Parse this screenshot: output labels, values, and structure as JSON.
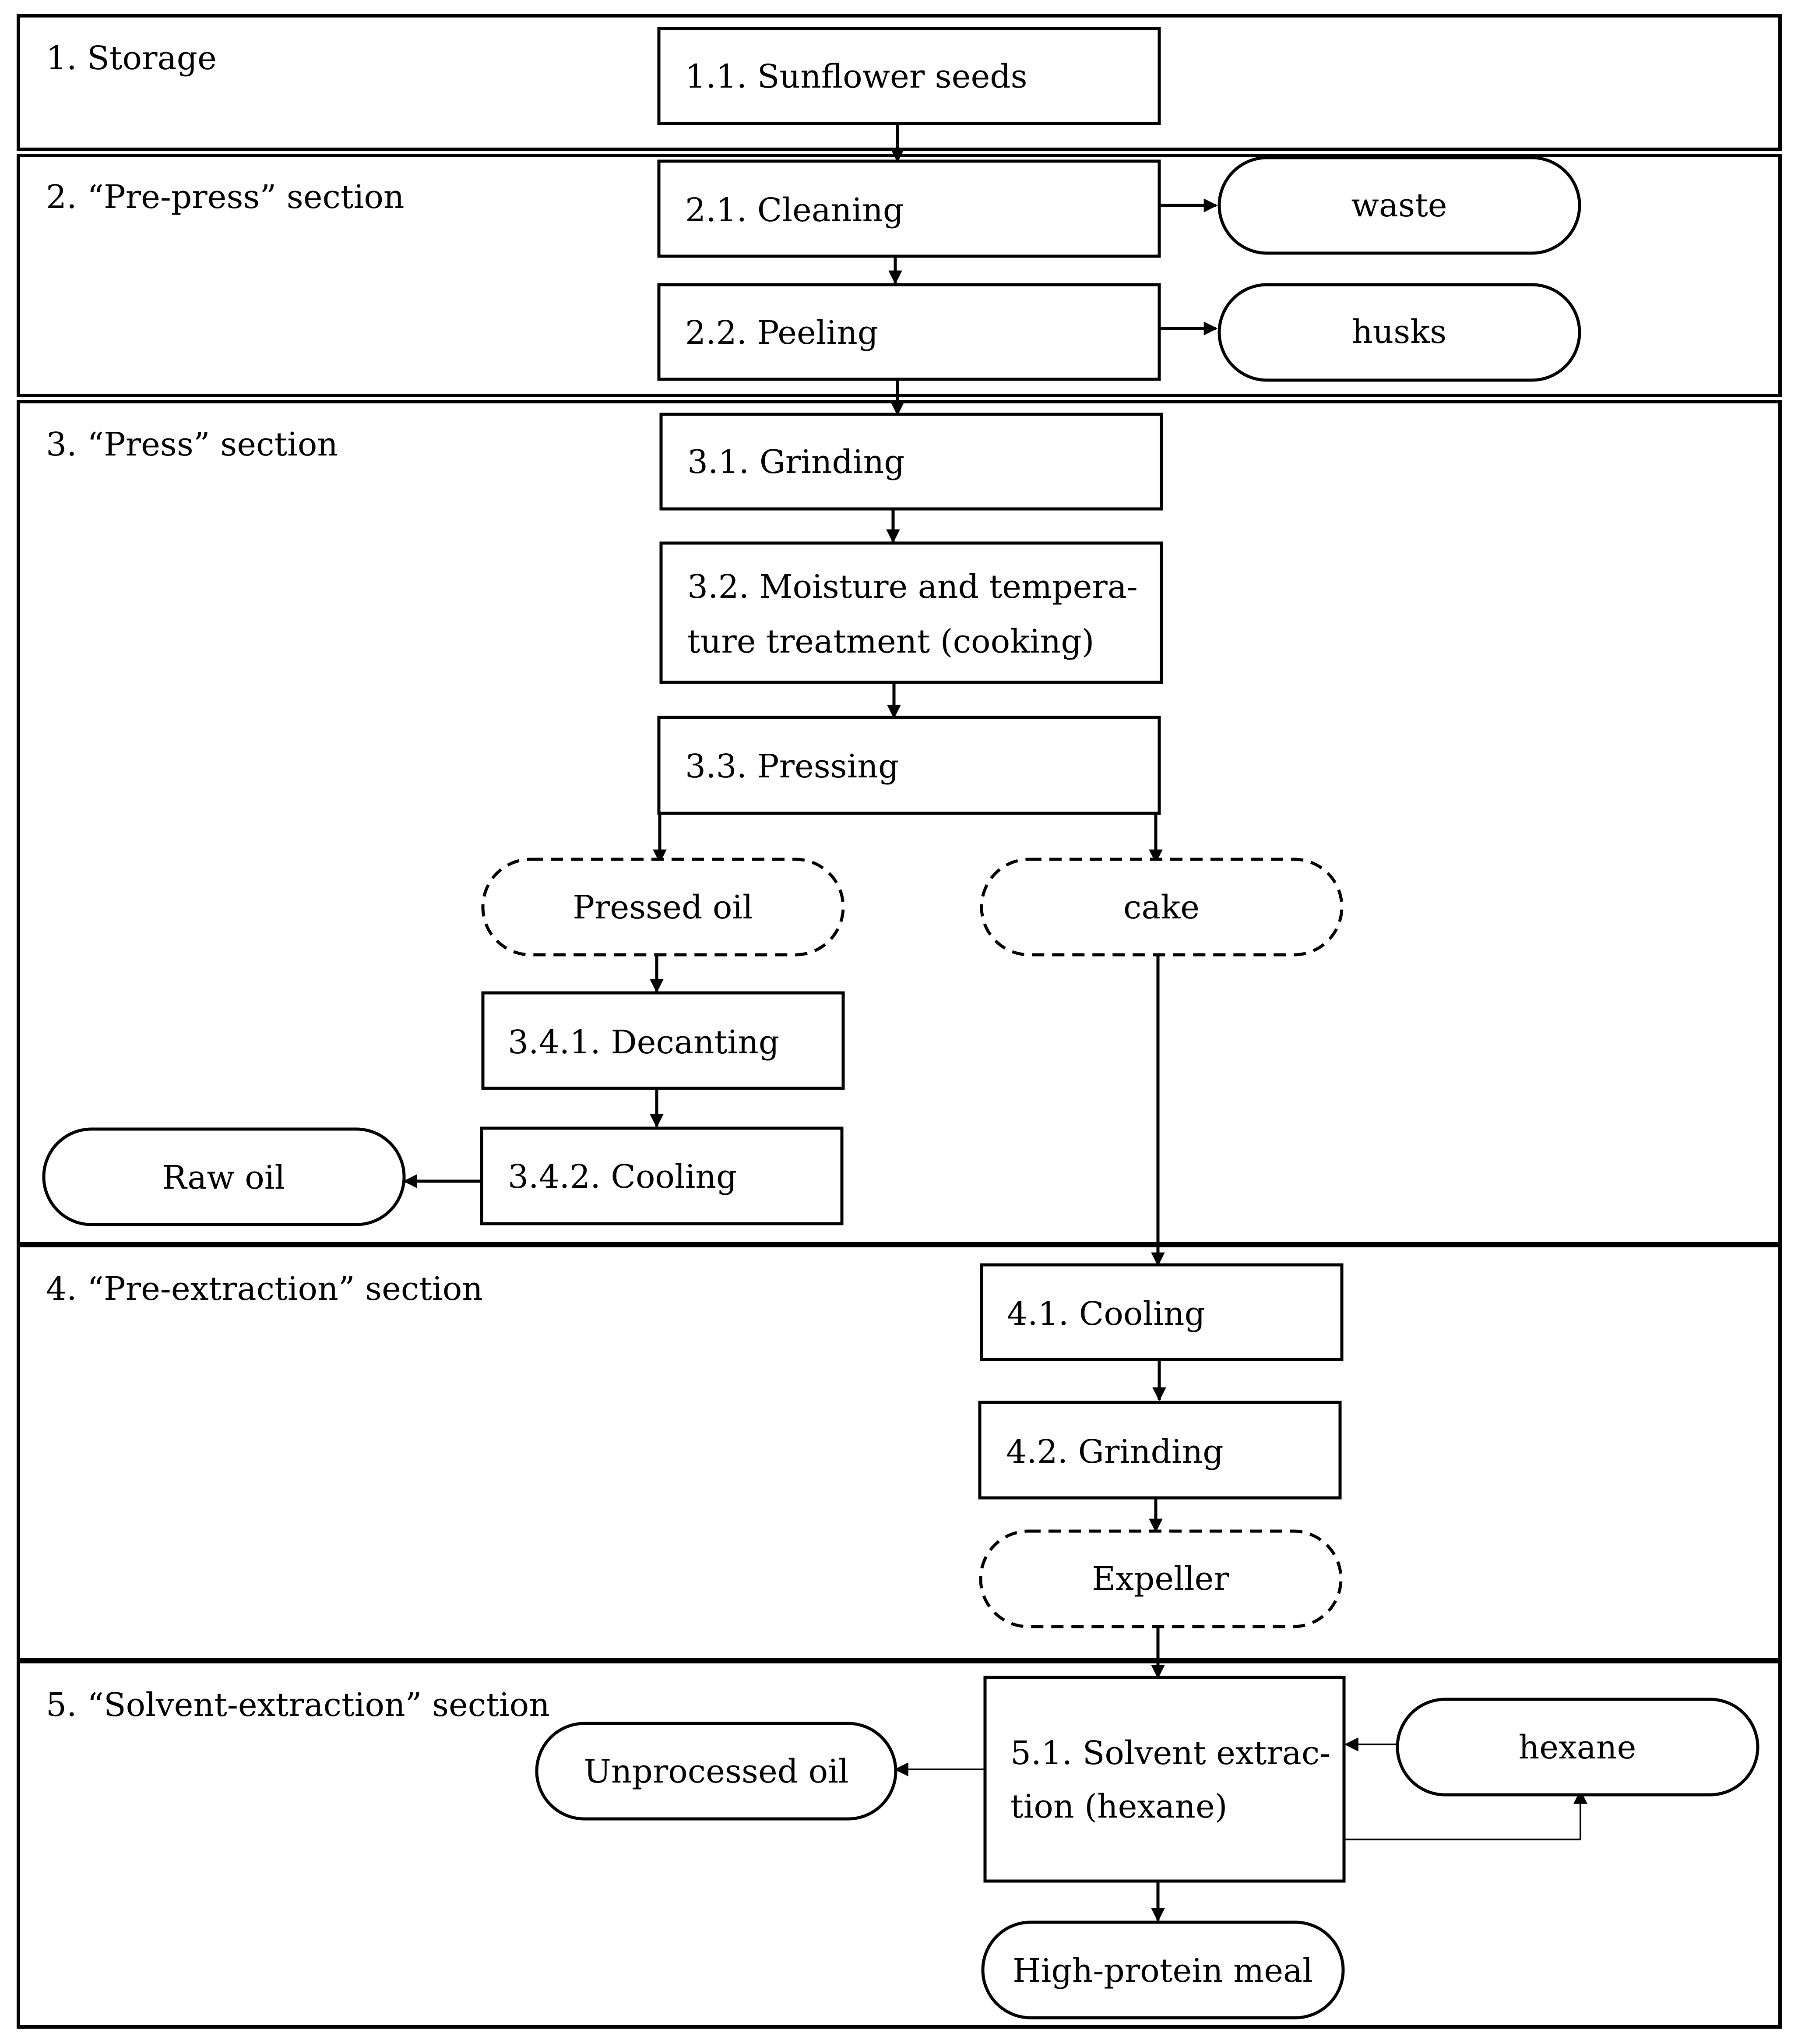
{
  "sections": {
    "s1": "1. Storage",
    "s2": "2. “Pre-press” section",
    "s3": "3. “Press” section",
    "s4": "4. “Pre-extraction” section",
    "s5": "5. “Solvent-extraction” section"
  },
  "steps": {
    "sunflower_seeds": "1.1. Sunflower seeds",
    "cleaning": "2.1. Cleaning",
    "peeling": "2.2. Peeling",
    "grinding": "3.1. Grinding",
    "moisture_line1": "3.2. Moisture and tempera-",
    "moisture_line2": "ture treatment (cooking)",
    "pressing": "3.3. Pressing",
    "decanting": "3.4.1. Decanting",
    "cooling_oil": "3.4.2. Cooling",
    "cooling_cake": "4.1. Cooling",
    "grinding_cake": "4.2. Grinding",
    "solvent_line1": "5.1. Solvent extrac-",
    "solvent_line2": "tion (hexane)"
  },
  "outputs": {
    "waste": "waste",
    "husks": "husks",
    "raw_oil": "Raw oil",
    "unprocessed_oil": "Unprocessed oil",
    "hexane": "hexane",
    "high_protein_meal": "High-protein meal"
  },
  "intermediates": {
    "pressed_oil": "Pressed oil",
    "cake": "cake",
    "expeller": "Expeller"
  }
}
